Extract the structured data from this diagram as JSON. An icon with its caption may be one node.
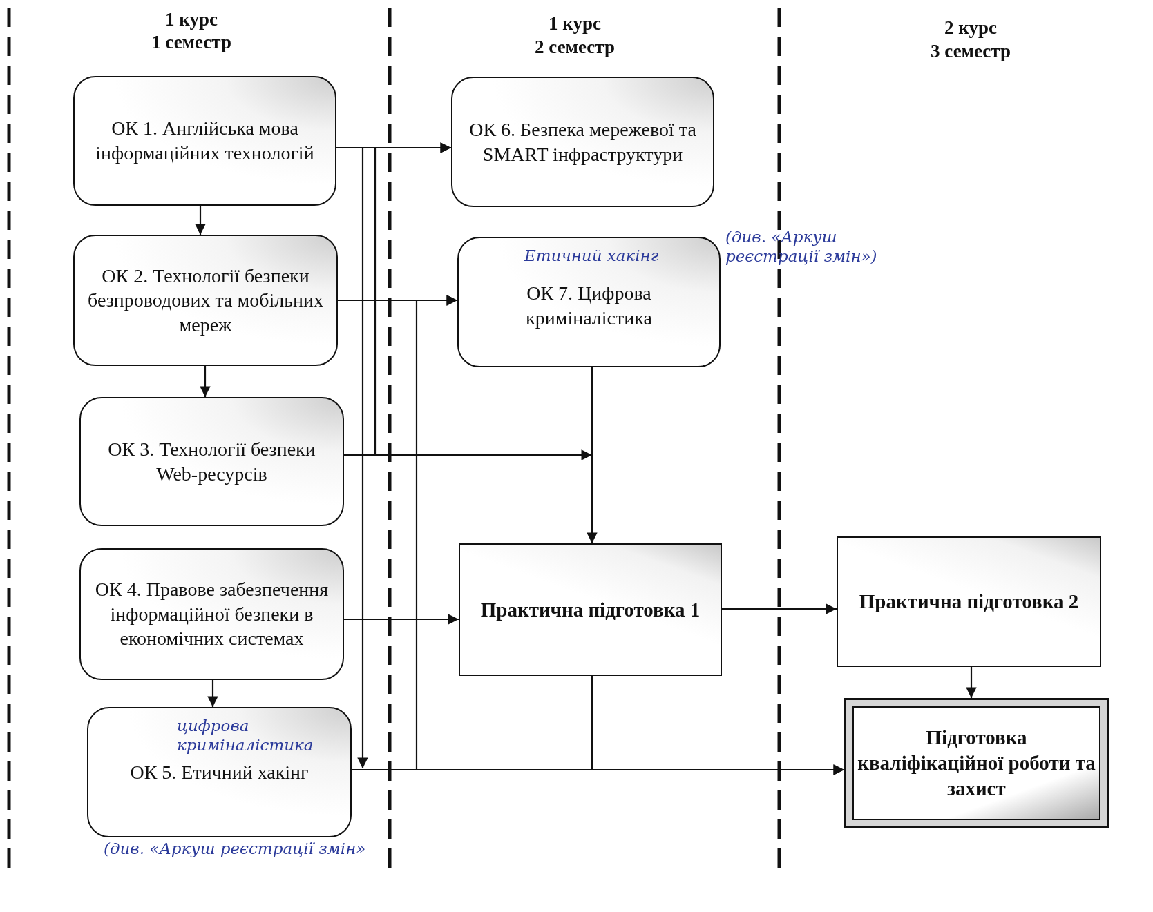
{
  "diagram": {
    "nodes": [
      {
        "text": [
          "ОК 1. Англійська мова інформаційних технологій"
        ]
      },
      {
        "text": [
          "ОК 2. Технології безпеки безпроводових та мобільних мереж"
        ]
      },
      {
        "text": [
          "ОК 3. Технології безпеки Web-ресурсів"
        ]
      },
      {
        "text": [
          "ОК 4. Правове забезпечення інформаційної безпеки в економічних системах"
        ]
      },
      {
        "text": [
          "цифрова криміналістика",
          "ОК 5.",
          "Етичний хакінг"
        ],
        "beside": [
          "(див. «Аркуш реєстрації змін»"
        ]
      },
      {
        "text": [
          "ОК 6. Безпека мережевої та SMART інфраструктури"
        ]
      },
      {
        "text": [
          "Етичний хакінг",
          "ОК 7.",
          "Цифрова криміналістика"
        ],
        "beside": [
          "(див. «Аркуш реєстрації змін»)"
        ]
      },
      {
        "text": [
          "Практична підготовка 1"
        ]
      },
      {
        "text": [
          "Практична підготовка 2"
        ]
      },
      {
        "text": [
          "Підготовка кваліфікаційної роботи та захист"
        ]
      }
    ],
    "edges": [
      {
        "from": 0,
        "to": 1,
        "arrow": "to"
      },
      {
        "from": 1,
        "to": 2,
        "arrow": "to"
      },
      {
        "from": 3,
        "to": 4,
        "arrow": "to"
      },
      {
        "from": 0,
        "to": 5,
        "arrow": "to"
      },
      {
        "from": 0,
        "to": 4,
        "arrow": "to"
      },
      {
        "from": 2,
        "to": 5,
        "arrow": "to"
      },
      {
        "from": 1,
        "to": 6,
        "arrow": "to"
      },
      {
        "from": 4,
        "to": 6,
        "arrow": "to"
      },
      {
        "from": 2,
        "to": 7,
        "arrow": "to"
      },
      {
        "from": 6,
        "to": 7,
        "arrow": "to"
      },
      {
        "from": 3,
        "to": 7,
        "arrow": "to"
      },
      {
        "from": 7,
        "to": 8,
        "arrow": "to"
      },
      {
        "from": 8,
        "to": 9,
        "arrow": "to"
      },
      {
        "from": 7,
        "to": 9,
        "arrow": "to"
      },
      {
        "from": 4,
        "to": 9,
        "arrow": "to"
      }
    ],
    "labels": [
      "1 курс",
      "1 семестр",
      "1 курс",
      "2 семестр",
      "2 курс",
      "3 семестр"
    ]
  }
}
